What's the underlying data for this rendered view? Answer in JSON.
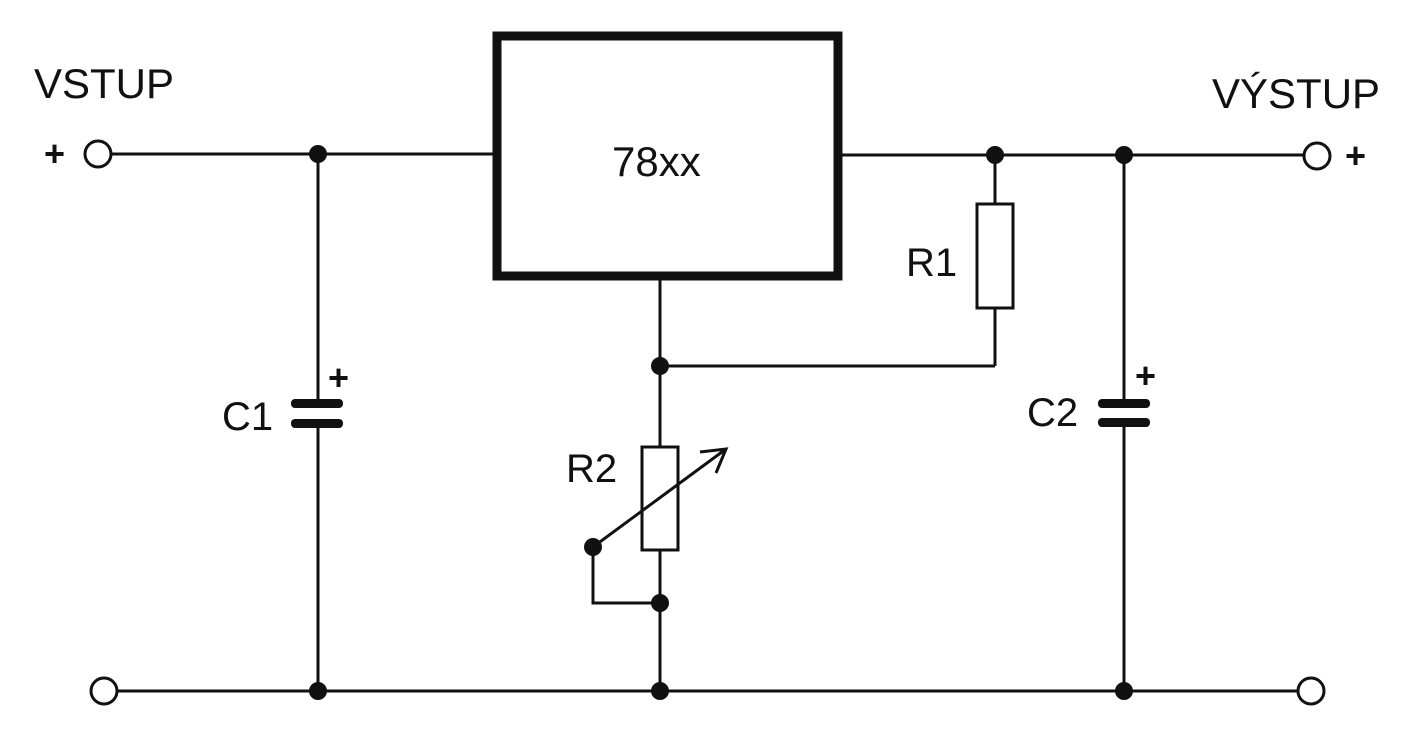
{
  "labels": {
    "input": "VSTUP",
    "output": "VÝSTUP",
    "regulator": "78xx",
    "r1": "R1",
    "r2": "R2",
    "c1": "C1",
    "c2": "C2",
    "plus": "+"
  },
  "colors": {
    "line": "#111111",
    "background": "#ffffff"
  }
}
